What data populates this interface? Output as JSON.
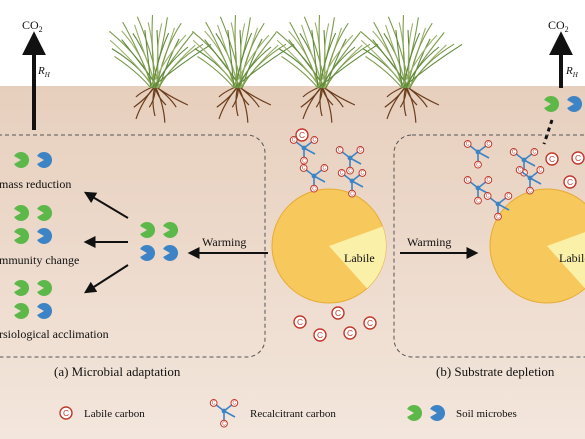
{
  "colors": {
    "sky": "#ffffff",
    "soil_top": "#e7cfbd",
    "soil_bottom": "#f3e6dc",
    "microbe_green": "#5db84a",
    "microbe_blue": "#3d84c6",
    "pie_fill": "#f7c85c",
    "pie_labile": "#fbf0a8",
    "carbon_red": "#c0392b"
  },
  "top": {
    "co2_left_base": "CO",
    "co2_left_sub": "2",
    "rh_left_base": "R",
    "rh_left_sub": "H",
    "co2_right_base": "CO",
    "co2_right_sub": "2",
    "rh_right_base": "R",
    "rh_right_sub": "H"
  },
  "panel_a": {
    "outcomes": [
      "mass reduction",
      "mmunity change",
      "rsiological acclimation"
    ],
    "warming_label": "Warming",
    "pie_label": "Labile",
    "caption": "(a) Microbial adaptation"
  },
  "panel_b": {
    "warming_label": "Warming",
    "pie_label": "Labile",
    "caption": "(b) Substrate depletion"
  },
  "legend": {
    "labile_carbon": "Labile carbon",
    "recalcitrant_carbon": "Recalcitrant carbon",
    "soil_microbes": "Soil microbes"
  },
  "icons": {
    "carbon": "circled-c-icon",
    "recalcitrant": "branched-molecule-icon",
    "microbe": "pacman-microbe-icon",
    "grass": "grass-tuft-icon"
  }
}
